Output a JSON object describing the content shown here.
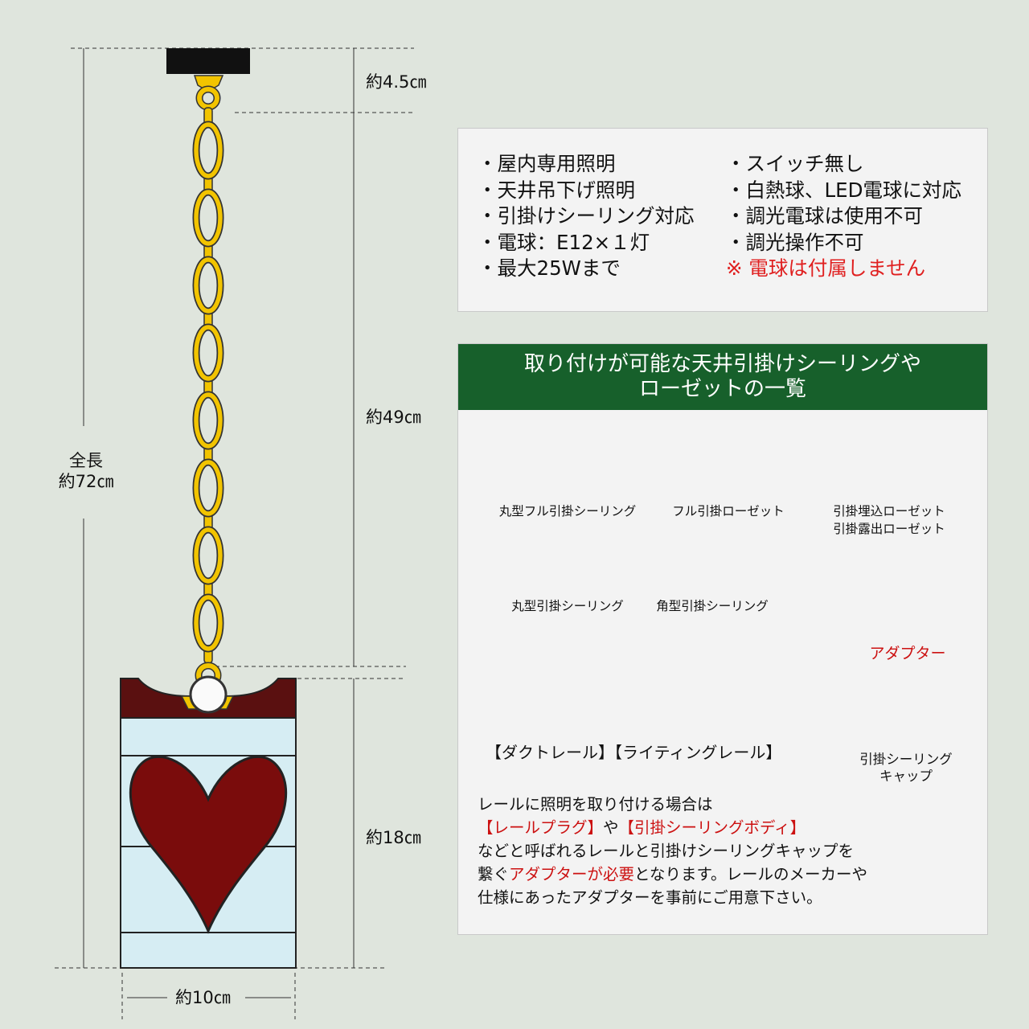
{
  "dimensions": {
    "top": "約4.5㎝",
    "chain": "約49㎝",
    "shade": "約18㎝",
    "total_line1": "全長",
    "total_line2": "約72㎝",
    "width": "約10㎝"
  },
  "specs": {
    "left": [
      "・屋内専用照明",
      "・天井吊下げ照明",
      "・引掛けシーリング対応",
      "・電球：E12×１灯",
      "・最大25Wまで"
    ],
    "right": [
      "・スイッチ無し",
      "・白熱球、LED電球に対応",
      "・調光電球は使用不可",
      "・調光操作不可"
    ],
    "warning": "※ 電球は付属しません"
  },
  "compat": {
    "title_line1": "取り付けが可能な天井引掛けシーリングや",
    "title_line2": "ローゼットの一覧",
    "items": {
      "round_full": "丸型フル引掛シーリング",
      "full_rosette": "フル引掛ローゼット",
      "embedded_rosette": "引掛埋込ローゼット",
      "exposed_rosette": "引掛露出ローゼット",
      "round": "丸型引掛シーリング",
      "square": "角型引掛シーリング"
    },
    "rail_label": "【ダクトレール】【ライティングレール】",
    "adapter": "アダプター",
    "cap_line1": "引掛シーリング",
    "cap_line2": "キャップ",
    "note": {
      "l1": "レールに照明を取り付ける場合は",
      "l2_a": "【レールプラグ】",
      "l2_b": "や",
      "l2_c": "【引掛シーリングボディ】",
      "l3": "などと呼ばれるレールと引掛けシーリングキャップを",
      "l4_a": "繋ぐ",
      "l4_b": "アダプターが必要",
      "l4_c": "となります。レールのメーカーや",
      "l5": "仕様にあったアダプターを事前にご用意下さい。"
    }
  },
  "colors": {
    "background": "#dfe5dd",
    "chain": "#f2c400",
    "heart": "#7a0c0c",
    "shade_glass": "#d6edf3",
    "shade_top": "#5a1010",
    "header_green": "#17602b",
    "warning_red": "#e02020"
  }
}
